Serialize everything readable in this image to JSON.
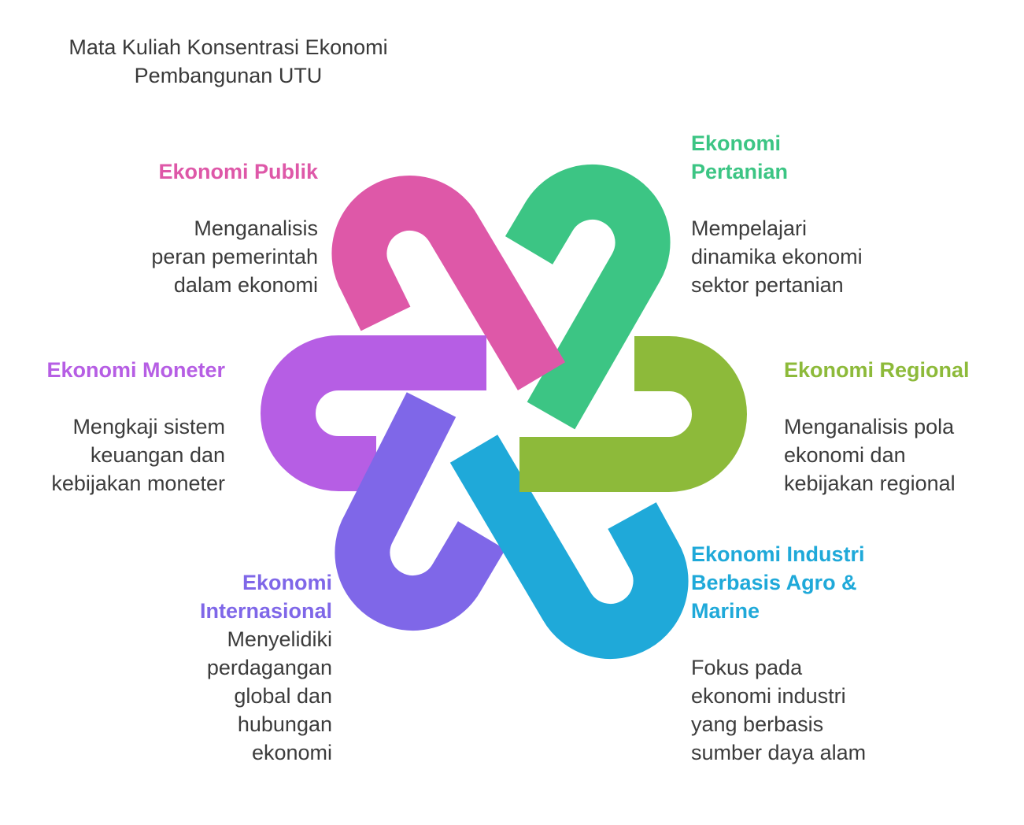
{
  "title_line1": "Mata Kuliah Konsentrasi Ekonomi",
  "title_line2": "Pembangunan UTU",
  "topics": [
    {
      "title": "Ekonomi Publik",
      "title_line2": "",
      "desc": [
        "Menganalisis",
        "peran pemerintah",
        "dalam ekonomi"
      ],
      "color": "#DE58A8"
    },
    {
      "title": "Ekonomi",
      "title_line2": "Pertanian",
      "desc": [
        "Mempelajari",
        "dinamika ekonomi",
        "sektor pertanian"
      ],
      "color": "#3CC584"
    },
    {
      "title": "Ekonomi Moneter",
      "title_line2": "",
      "desc": [
        "Mengkaji sistem",
        "keuangan dan",
        "kebijakan moneter"
      ],
      "color": "#B65EE4"
    },
    {
      "title": "Ekonomi Regional",
      "title_line2": "",
      "desc": [
        "Menganalisis pola",
        "ekonomi dan",
        "kebijakan regional"
      ],
      "color": "#8DBA3A"
    },
    {
      "title": "Ekonomi",
      "title_line2": "Internasional",
      "desc": [
        "Menyelidiki",
        "perdagangan",
        "global dan",
        "hubungan",
        "ekonomi"
      ],
      "color": "#7F67E8"
    },
    {
      "title": "Ekonomi Industri",
      "title_line2": "Berbasis Agro &",
      "title_line3": "Marine",
      "desc": [
        "Fokus pada",
        "ekonomi industri",
        "yang berbasis",
        "sumber daya alam"
      ],
      "color": "#1FA9D9"
    }
  ]
}
